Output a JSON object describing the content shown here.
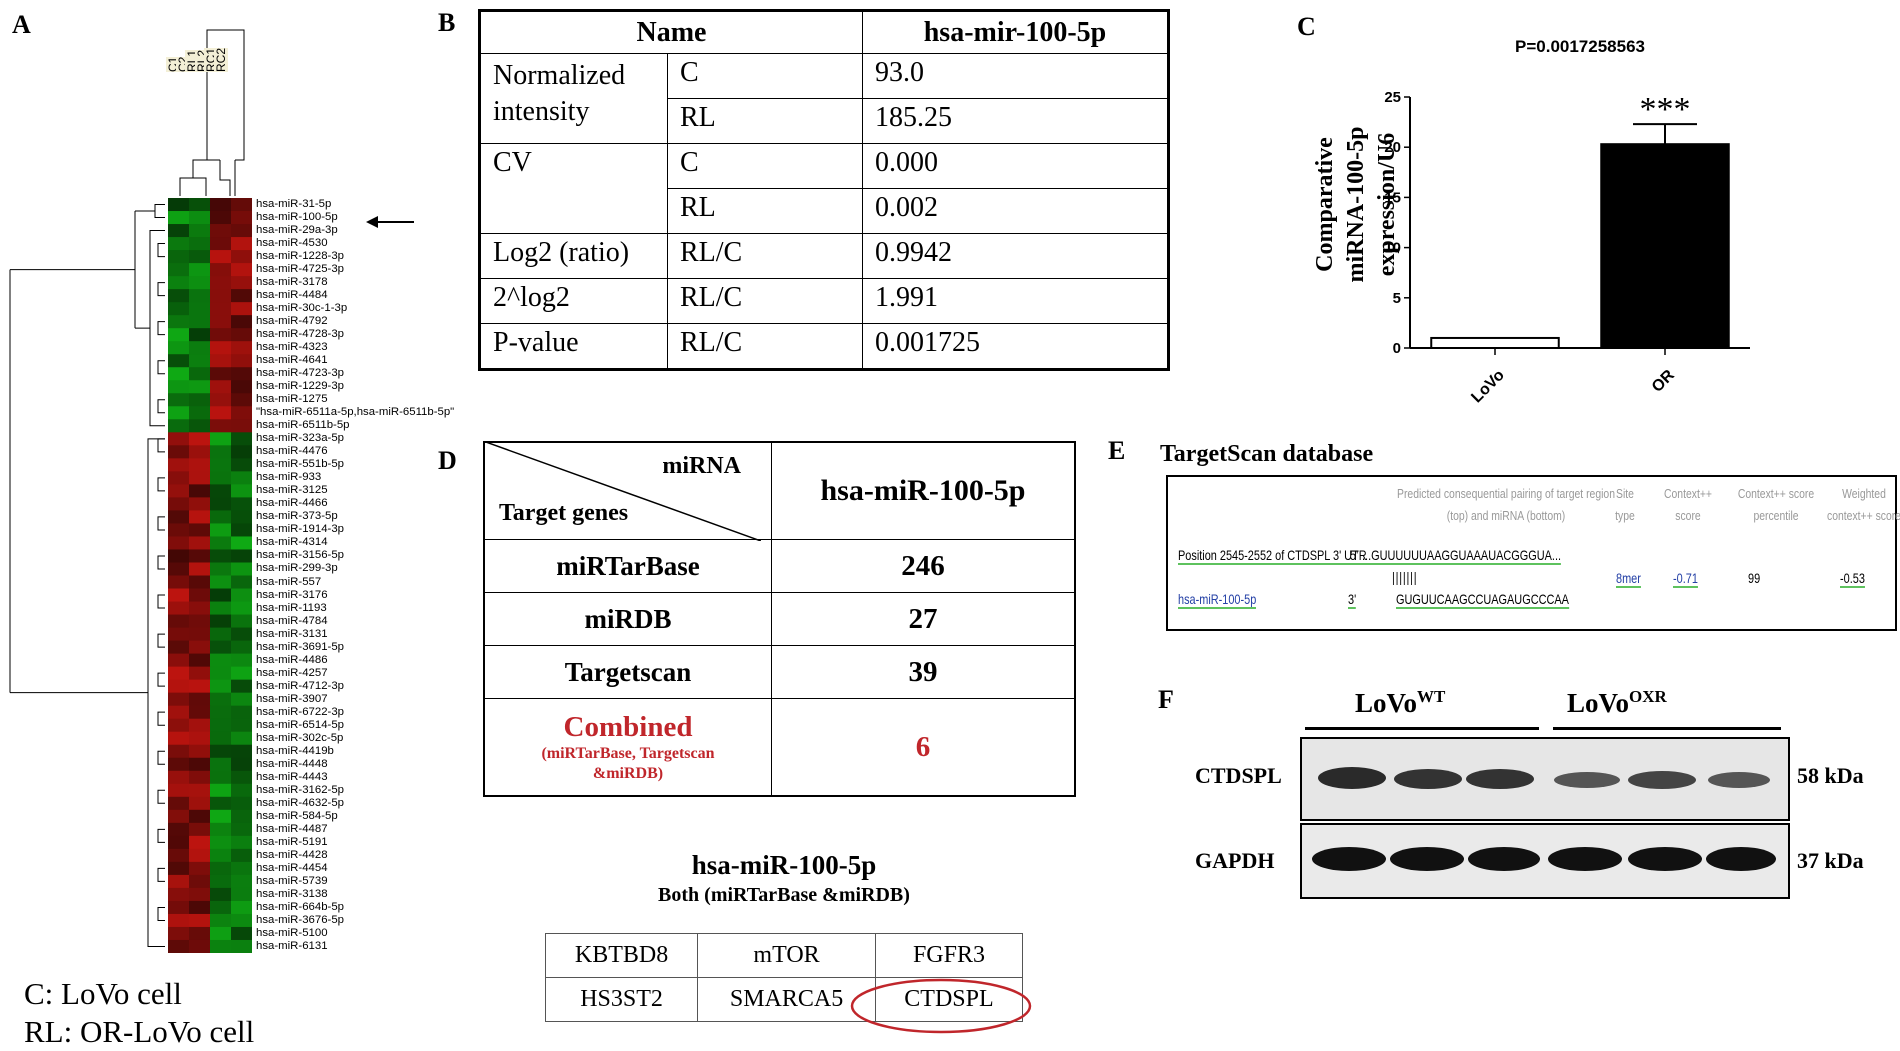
{
  "panels": {
    "a": {
      "letter": "A",
      "sample_labels": [
        "C1",
        "C2",
        "RL1",
        "RL2",
        "RC1",
        "RC2"
      ],
      "mirnas": [
        "hsa-miR-31-5p",
        "hsa-miR-100-5p",
        "hsa-miR-29a-3p",
        "hsa-miR-4530",
        "hsa-miR-1228-3p",
        "hsa-miR-4725-3p",
        "hsa-miR-3178",
        "hsa-miR-4484",
        "hsa-miR-30c-1-3p",
        "hsa-miR-4792",
        "hsa-miR-4728-3p",
        "hsa-miR-4323",
        "hsa-miR-4641",
        "hsa-miR-4723-3p",
        "hsa-miR-1229-3p",
        "hsa-miR-1275",
        "\"hsa-miR-6511a-5p,hsa-miR-6511b-5p\"",
        "hsa-miR-6511b-5p",
        "hsa-miR-323a-5p",
        "hsa-miR-4476",
        "hsa-miR-551b-5p",
        "hsa-miR-933",
        "hsa-miR-3125",
        "hsa-miR-4466",
        "hsa-miR-373-5p",
        "hsa-miR-1914-3p",
        "hsa-miR-4314",
        "hsa-miR-3156-5p",
        "hsa-miR-299-3p",
        "hsa-miR-557",
        "hsa-miR-3176",
        "hsa-miR-1193",
        "hsa-miR-4784",
        "hsa-miR-3131",
        "hsa-miR-3691-5p",
        "hsa-miR-4486",
        "hsa-miR-4257",
        "hsa-miR-4712-3p",
        "hsa-miR-3907",
        "hsa-miR-6722-3p",
        "hsa-miR-6514-5p",
        "hsa-miR-302c-5p",
        "hsa-miR-4419b",
        "hsa-miR-4448",
        "hsa-miR-4443",
        "hsa-miR-3162-5p",
        "hsa-miR-4632-5p",
        "hsa-miR-584-5p",
        "hsa-miR-4487",
        "hsa-miR-5191",
        "hsa-miR-4428",
        "hsa-miR-4454",
        "hsa-miR-5739",
        "hsa-miR-3138",
        "hsa-miR-664b-5p",
        "hsa-miR-3676-5p",
        "hsa-miR-5100",
        "hsa-miR-6131"
      ],
      "legend": [
        "C: LoVo cell",
        "RL: OR-LoVo cell"
      ],
      "colors": {
        "up": "#c00000",
        "down": "#00c000",
        "neutral": "#101010"
      }
    },
    "b": {
      "letter": "B",
      "header": {
        "name": "Name",
        "mirna": "hsa-mir-100-5p"
      },
      "rows": [
        {
          "metric": "Normalized intensity",
          "entries": [
            {
              "group": "C",
              "value": "93.0"
            },
            {
              "group": "RL",
              "value": "185.25"
            }
          ]
        },
        {
          "metric": "CV",
          "entries": [
            {
              "group": "C",
              "value": "0.000"
            },
            {
              "group": "RL",
              "value": "0.002"
            }
          ]
        },
        {
          "metric": "Log2 (ratio)",
          "entries": [
            {
              "group": "RL/C",
              "value": "0.9942"
            }
          ]
        },
        {
          "metric": "2^log2",
          "entries": [
            {
              "group": "RL/C",
              "value": "1.991"
            }
          ]
        },
        {
          "metric": "P-value",
          "entries": [
            {
              "group": "RL/C",
              "value": "0.001725"
            }
          ]
        }
      ]
    },
    "c": {
      "letter": "C",
      "pvalue_text": "P=0.0017258563",
      "significance": "***",
      "ylabel_lines": [
        "Comparative",
        "miRNA-100-5p",
        "expression/U6"
      ]
    },
    "d": {
      "letter": "D",
      "corner_top": "miRNA",
      "corner_bottom": "Target genes",
      "mirna": "hsa-miR-100-5p",
      "rows": [
        {
          "database": "miRTarBase",
          "count": "246"
        },
        {
          "database": "miRDB",
          "count": "27"
        },
        {
          "database": "Targetscan",
          "count": "39"
        }
      ],
      "combined": {
        "label": "Combined",
        "sublabel_line1": "(miRTarBase, Targetscan",
        "sublabel_line2": "&miRDB)",
        "count": "6"
      },
      "both_title": "hsa-miR-100-5p",
      "both_subtitle": "Both (miRTarBase &miRDB)",
      "genes": [
        [
          "KBTBD8",
          "mTOR",
          "FGFR3"
        ],
        [
          "HS3ST2",
          "SMARCA5",
          "CTDSPL"
        ]
      ],
      "highlight_color": "#c0262b"
    },
    "e": {
      "letter": "E",
      "title": "TargetScan database",
      "headers": [
        "Predicted consequential pairing of target region (top) and miRNA (bottom)",
        "Site type",
        "Context++ score",
        "Context++ score percentile",
        "Weighted context++ score"
      ],
      "position_text": "Position 2545-2552 of CTDSPL 3' UTR",
      "utr_end": "5'",
      "target_seq": "...GUUUUUUAAGGUAAAUACGGGUA...",
      "pairing": "|||||||",
      "mirna_name": "hsa-miR-100-5p",
      "mirna_end": "3'",
      "mirna_seq": "GUGUUCAAGCCUAGAUGCCCAA",
      "site_type": "8mer",
      "context_score": "-0.71",
      "percentile": "99",
      "weighted": "-0.53"
    },
    "f": {
      "letter": "F",
      "group1": "LoVo",
      "group1_sup": "WT",
      "group2": "LoVo",
      "group2_sup": "OXR",
      "protein1": "CTDSPL",
      "protein1_kda": "58 kDa",
      "protein2": "GAPDH",
      "protein2_kda": "37 kDa"
    }
  },
  "chart_data": {
    "type": "bar",
    "categories": [
      "LoVo",
      "OR"
    ],
    "values": [
      1.0,
      20.3
    ],
    "errors": [
      0.2,
      2.0
    ],
    "title": "P=0.0017258563",
    "ylabel": "Comparative miRNA-100-5p expression/U6",
    "xlabel": "",
    "ylim": [
      0,
      25
    ],
    "yticks": [
      0,
      5,
      10,
      15,
      20,
      25
    ],
    "bar_colors": [
      "#ffffff",
      "#000000"
    ]
  }
}
